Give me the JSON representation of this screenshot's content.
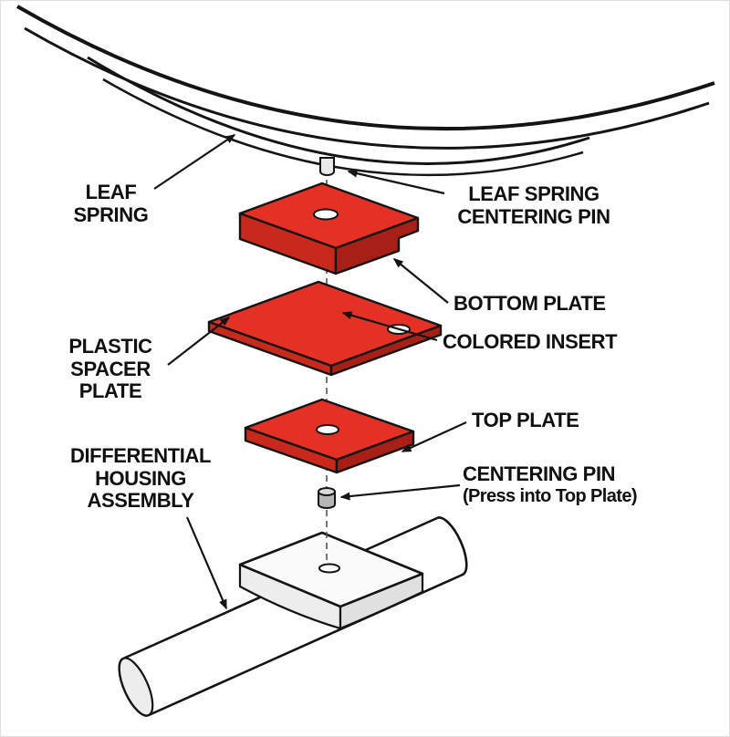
{
  "diagram": {
    "type": "exploded-parts-diagram",
    "subject": "Leaf spring to differential housing mounting stack",
    "labels": {
      "leaf_spring": {
        "line1": "LEAF",
        "line2": "SPRING"
      },
      "leaf_spring_centering_pin": {
        "line1": "LEAF SPRING",
        "line2": "CENTERING PIN"
      },
      "bottom_plate": {
        "line1": "BOTTOM PLATE"
      },
      "colored_insert": {
        "line1": "COLORED INSERT"
      },
      "plastic_spacer_plate": {
        "line1": "PLASTIC",
        "line2": "SPACER",
        "line3": "PLATE"
      },
      "top_plate": {
        "line1": "TOP PLATE"
      },
      "centering_pin": {
        "line1": "CENTERING PIN",
        "line2": "(Press into Top Plate)"
      },
      "differential_housing": {
        "line1": "DIFFERENTIAL",
        "line2": "HOUSING",
        "line3": "ASSEMBLY"
      }
    },
    "colors": {
      "part_red": "#e53125",
      "part_red_side": "#c9281d",
      "part_red_dark": "#a81f15",
      "outline": "#141414",
      "pin_gray": "#d9d9d9",
      "pin_gray_dark": "#b5b5b5",
      "housing_white": "#ffffff",
      "housing_shade": "#ededed",
      "background": "#ffffff"
    }
  }
}
